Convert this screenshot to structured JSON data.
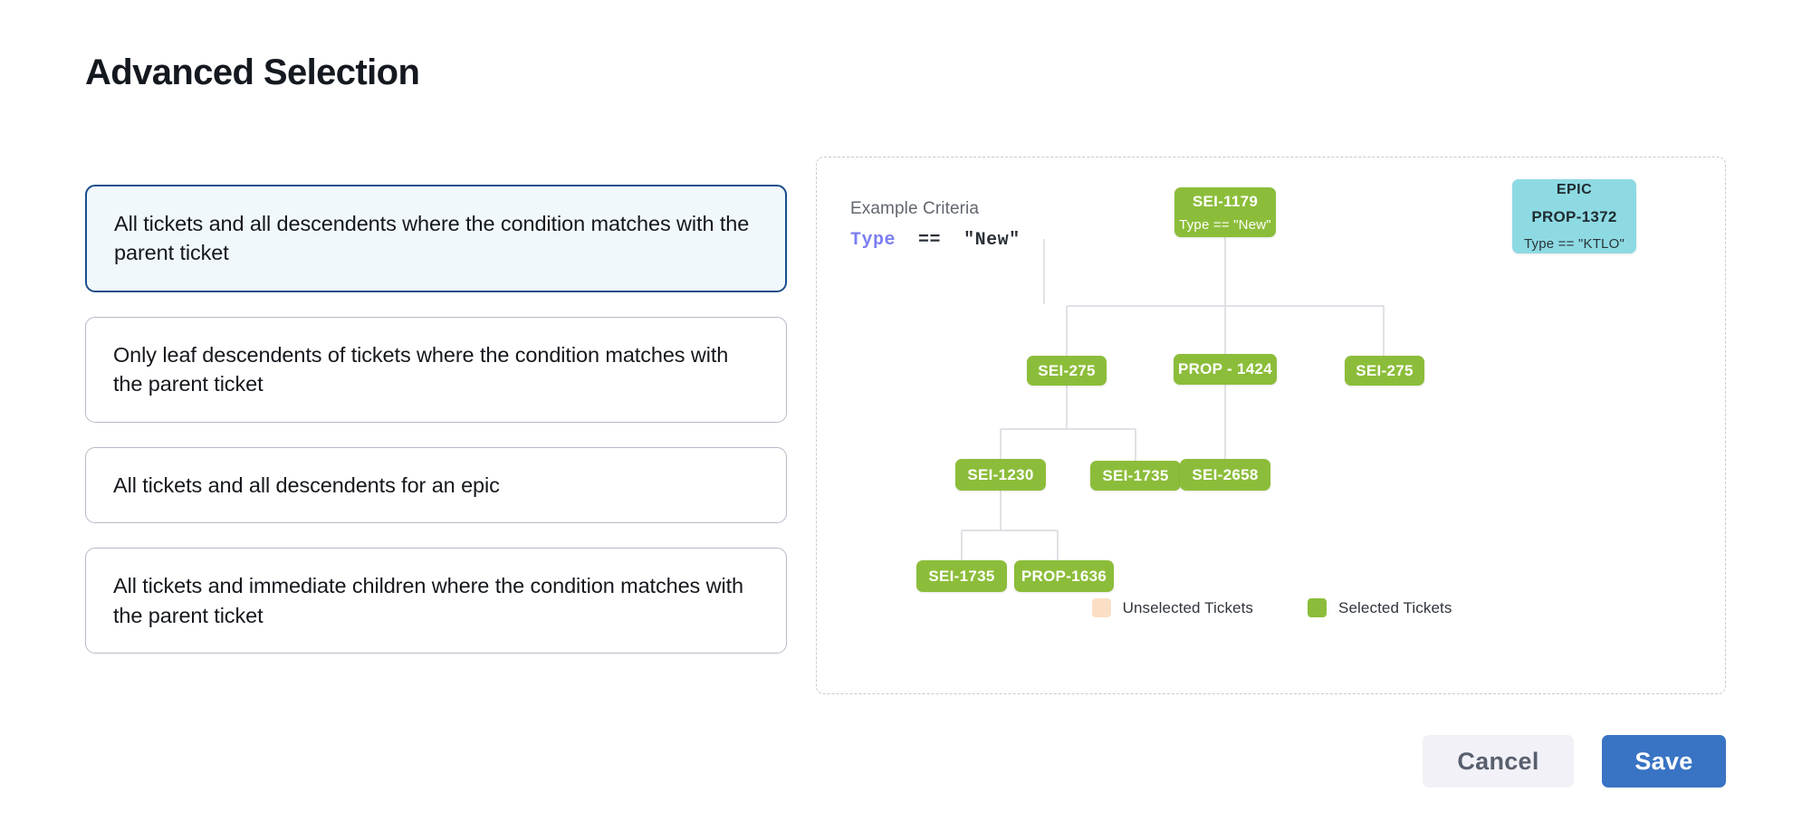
{
  "page": {
    "title": "Advanced Selection"
  },
  "options": [
    {
      "label": "All tickets and all descendents where the condition matches with the parent ticket",
      "selected": true
    },
    {
      "label": "Only leaf descendents of tickets where the condition matches with the parent ticket",
      "selected": false
    },
    {
      "label": "All tickets and all descendents for an epic",
      "selected": false
    },
    {
      "label": "All tickets and immediate children where the condition matches with the parent ticket",
      "selected": false
    }
  ],
  "diagram": {
    "criteria_label": "Example Criteria",
    "criteria_key": "Type",
    "criteria_operator": "==",
    "criteria_value": "\"New\"",
    "nodes": [
      {
        "id": "root",
        "label": "SEI-1179",
        "sub": "Type == \"New\"",
        "kind": "",
        "type": "selected"
      },
      {
        "id": "epic",
        "label": "PROP-1372",
        "sub": "Type == \"KTLO\"",
        "kind": "EPIC",
        "type": "epic"
      },
      {
        "id": "c1",
        "label": "SEI-275",
        "sub": "",
        "kind": "",
        "type": "selected"
      },
      {
        "id": "c2",
        "label": "PROP - 1424",
        "sub": "",
        "kind": "",
        "type": "selected"
      },
      {
        "id": "c3",
        "label": "SEI-275",
        "sub": "",
        "kind": "",
        "type": "selected"
      },
      {
        "id": "d1",
        "label": "SEI-1230",
        "sub": "",
        "kind": "",
        "type": "selected"
      },
      {
        "id": "d2",
        "label": "SEI-1735",
        "sub": "",
        "kind": "",
        "type": "selected"
      },
      {
        "id": "d3",
        "label": "SEI-2658",
        "sub": "",
        "kind": "",
        "type": "selected"
      },
      {
        "id": "e1",
        "label": "SEI-1735",
        "sub": "",
        "kind": "",
        "type": "selected"
      },
      {
        "id": "e2",
        "label": "PROP-1636",
        "sub": "",
        "kind": "",
        "type": "selected"
      }
    ],
    "legend": [
      {
        "label": "Unselected Tickets",
        "color": "#fbdfc5"
      },
      {
        "label": "Selected Tickets",
        "color": "#8cbd3a"
      }
    ]
  },
  "footer": {
    "cancel_label": "Cancel",
    "save_label": "Save"
  },
  "colors": {
    "selected_node": "#8cbd3a",
    "epic_node": "#8edae3",
    "unselected_node": "#fbdfc5",
    "primary": "#3973c4",
    "selected_card_border": "#1b4e8c",
    "selected_card_bg": "#f1f8fc"
  }
}
